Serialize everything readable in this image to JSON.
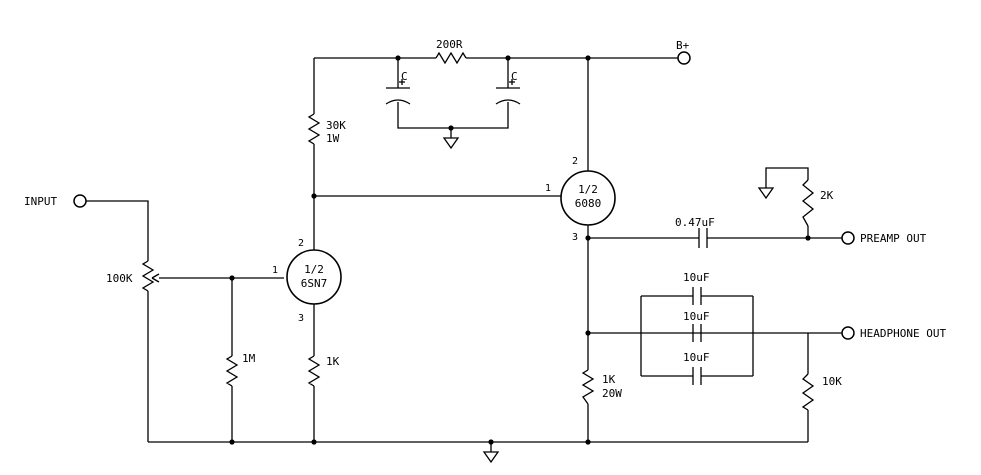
{
  "schematic": {
    "terminals": {
      "input": "INPUT",
      "b_plus": "B+",
      "preamp_out": "PREAMP OUT",
      "headphone_out": "HEADPHONE OUT"
    },
    "resistors": {
      "r_200": "200R",
      "r_30k": "30K",
      "r_30k_power": "1W",
      "pot_100k": "100K",
      "r_1m": "1M",
      "r_1k_cathode": "1K",
      "r_1k_power_value": "1K",
      "r_1k_power_rating": "20W",
      "r_2k": "2K",
      "r_10k": "10K"
    },
    "capacitors": {
      "c_left": "C",
      "c_right": "C",
      "c_047": "0.47uF",
      "c_10_top": "10uF",
      "c_10_mid": "10uF",
      "c_10_bot": "10uF"
    },
    "tubes": {
      "v1_line1": "1/2",
      "v1_line2": "6SN7",
      "v1_pin_grid": "1",
      "v1_pin_plate": "2",
      "v1_pin_cathode": "3",
      "v2_line1": "1/2",
      "v2_line2": "6080",
      "v2_pin_grid": "1",
      "v2_pin_plate": "2",
      "v2_pin_cathode": "3"
    }
  }
}
